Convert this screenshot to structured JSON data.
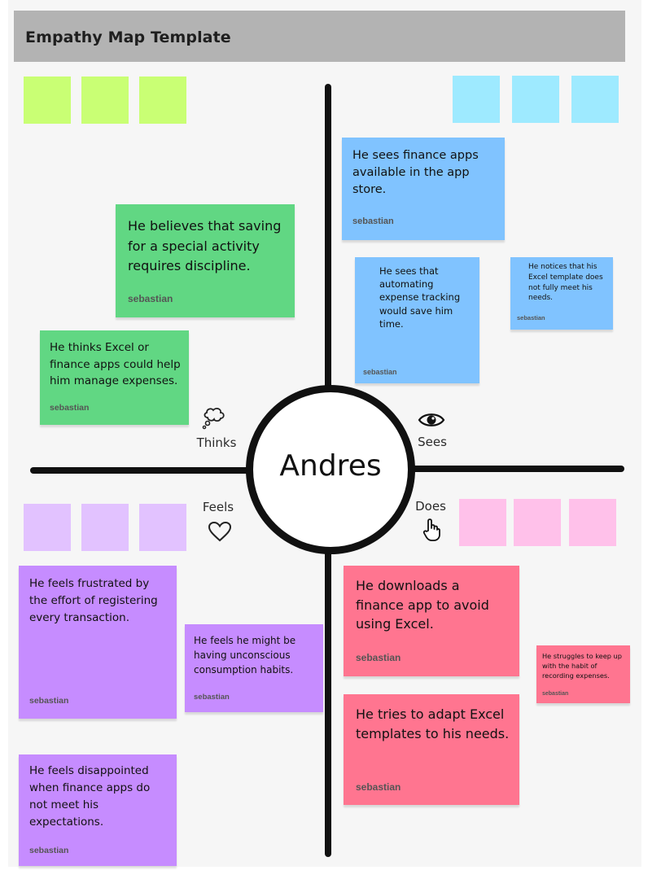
{
  "header": {
    "title": "Empathy Map Template"
  },
  "persona": {
    "name": "Andres"
  },
  "quadrants": {
    "thinks": "Thinks",
    "sees": "Sees",
    "feels": "Feels",
    "does": "Does"
  },
  "icons": {
    "thinks": "thought-bubble-icon",
    "sees": "eye-icon",
    "feels": "heart-icon",
    "does": "pointer-hand-icon"
  },
  "colors": {
    "thinks_note": "#61d783",
    "sees_note": "#80c3ff",
    "feels_note": "#c68cff",
    "does_note": "#ff7590"
  },
  "notes": {
    "thinks": [
      {
        "text": "He believes that saving for a special activity requires discipline.",
        "author": "sebastian"
      },
      {
        "text": "He thinks Excel or finance apps could help him manage expenses.",
        "author": "sebastian"
      }
    ],
    "sees": [
      {
        "text": "He sees finance apps available in the app store.",
        "author": "sebastian"
      },
      {
        "text": "He sees that automating expense tracking would save him time.",
        "author": "sebastian"
      },
      {
        "text": "He notices that his Excel template does not fully meet his needs.",
        "author": "sebastian"
      }
    ],
    "feels": [
      {
        "text": "He feels frustrated by the effort of registering every transaction.",
        "author": "sebastian"
      },
      {
        "text": "He feels he might be having unconscious consumption habits.",
        "author": "sebastian"
      },
      {
        "text": "He feels disappointed when finance apps do not meet his expectations.",
        "author": "sebastian"
      }
    ],
    "does": [
      {
        "text": "He downloads a finance app to avoid using Excel.",
        "author": "sebastian"
      },
      {
        "text": "He struggles to keep up with the habit of recording expenses.",
        "author": "sebastian"
      },
      {
        "text": "He tries to adapt Excel templates to his needs.",
        "author": "sebastian"
      }
    ]
  }
}
